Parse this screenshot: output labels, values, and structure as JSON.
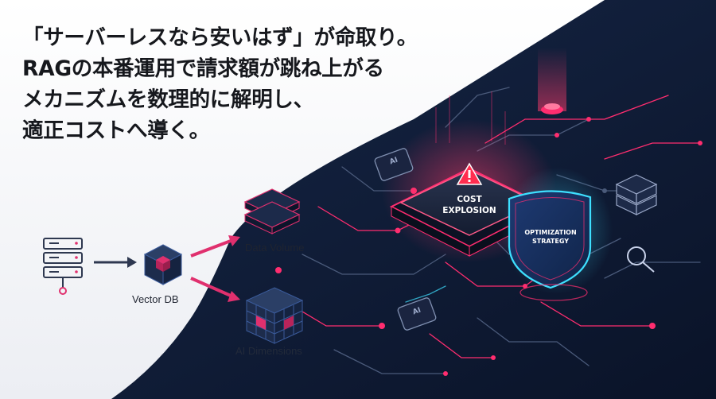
{
  "headline": {
    "line1": "「サーバーレスなら安いはず」が命取り。",
    "line2": "RAGの本番運用で請求額が跳ね上がる",
    "line3": "メカニズムを数理的に解明し、",
    "line4": "適正コストへ導く。"
  },
  "labels": {
    "vector_db": "Vector DB",
    "data_volume": "Data Volume",
    "ai_dimensions": "AI Dimensions",
    "cost_line1": "COST",
    "cost_line2": "EXPLOSION",
    "strategy_line1": "OPTIMIZATION",
    "strategy_line2": "STRATEGY",
    "chip_text": "AI"
  },
  "colors": {
    "dark_bg": "#0e1a33",
    "light_bg": "#f2f3f6",
    "accent_pink": "#ff2d6f",
    "accent_magenta": "#e0306e",
    "accent_cyan": "#3ee0ff",
    "headline": "#16181d"
  }
}
